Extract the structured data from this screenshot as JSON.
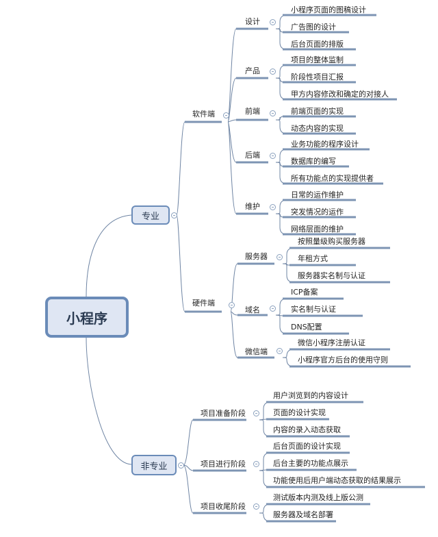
{
  "root": {
    "label": "小程序"
  },
  "colors": {
    "accent": "#6a8bb8",
    "node_fill": "#dfe6f3",
    "line": "#6e84a3"
  },
  "branches": [
    {
      "label": "专业",
      "children": [
        {
          "label": "软件端",
          "children": [
            {
              "label": "设计",
              "children": [
                "小程序页面的图稿设计",
                "广告图的设计",
                "后台页面的排版"
              ]
            },
            {
              "label": "产品",
              "children": [
                "项目的整体监制",
                "阶段性项目汇报",
                "甲方内容修改和确定的对接人"
              ]
            },
            {
              "label": "前端",
              "children": [
                "前端页面的实现",
                "动态内容的实现"
              ]
            },
            {
              "label": "后端",
              "children": [
                "业务功能的程序设计",
                "数据库的编写",
                "所有功能点的实现提供者"
              ]
            },
            {
              "label": "维护",
              "children": [
                "日常的运作维护",
                "突发情况的运作",
                "网络层面的维护"
              ]
            }
          ]
        },
        {
          "label": "硬件端",
          "children": [
            {
              "label": "服务器",
              "children": [
                "按照量级购买服务器",
                "年租方式",
                "服务器实名制与认证"
              ]
            },
            {
              "label": "域名",
              "children": [
                "ICP备案",
                "实名制与认证",
                "DNS配置"
              ]
            },
            {
              "label": "微信端",
              "children": [
                "微信小程序注册认证",
                "小程序官方后台的使用守则"
              ]
            }
          ]
        }
      ]
    },
    {
      "label": "非专业",
      "children": [
        {
          "label": "项目准备阶段",
          "children": [
            "用户浏览到的内容设计",
            "页面的设计实现",
            "内容的录入动态获取"
          ]
        },
        {
          "label": "项目进行阶段",
          "children": [
            "后台页面的设计实现",
            "后台主要的功能点展示",
            "功能使用后用户端动态获取的结果展示"
          ]
        },
        {
          "label": "项目收尾阶段",
          "children": [
            "测试版本内测及线上版公测",
            "服务器及域名部署"
          ]
        }
      ]
    }
  ]
}
